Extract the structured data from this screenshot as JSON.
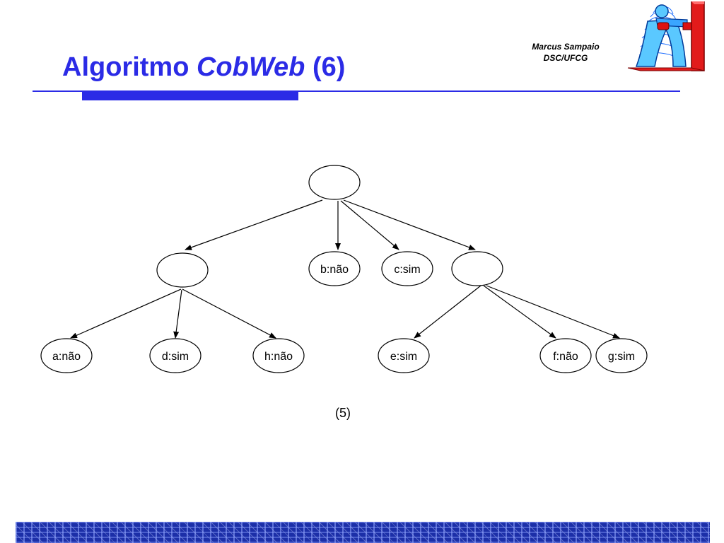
{
  "header": {
    "title_part1": "Algoritmo ",
    "title_part2": "CobWeb",
    "title_part3": " (6)",
    "author_line1": "Marcus Sampaio",
    "author_line2": "DSC/UFCG"
  },
  "diagram": {
    "nodes": [
      {
        "id": "root",
        "label": ""
      },
      {
        "id": "left-cluster",
        "label": ""
      },
      {
        "id": "b",
        "label": "b:não"
      },
      {
        "id": "c",
        "label": "c:sim"
      },
      {
        "id": "right-cluster",
        "label": ""
      },
      {
        "id": "a",
        "label": "a:não"
      },
      {
        "id": "d",
        "label": "d:sim"
      },
      {
        "id": "h",
        "label": "h:não"
      },
      {
        "id": "e",
        "label": "e:sim"
      },
      {
        "id": "f",
        "label": "f:não"
      },
      {
        "id": "g",
        "label": "g:sim"
      }
    ],
    "edges": [
      {
        "from": "root",
        "to": "left-cluster"
      },
      {
        "from": "root",
        "to": "b"
      },
      {
        "from": "root",
        "to": "c"
      },
      {
        "from": "root",
        "to": "right-cluster"
      },
      {
        "from": "left-cluster",
        "to": "a"
      },
      {
        "from": "left-cluster",
        "to": "d"
      },
      {
        "from": "left-cluster",
        "to": "h"
      },
      {
        "from": "right-cluster",
        "to": "e"
      },
      {
        "from": "right-cluster",
        "to": "f"
      },
      {
        "from": "right-cluster",
        "to": "g"
      }
    ],
    "caption": "(5)"
  },
  "colors": {
    "title": "#2B2BE6",
    "rule": "#2B2BE6",
    "footer": "#1C2FA8"
  },
  "icons": {
    "logo": "person-pushing-wall-icon"
  }
}
